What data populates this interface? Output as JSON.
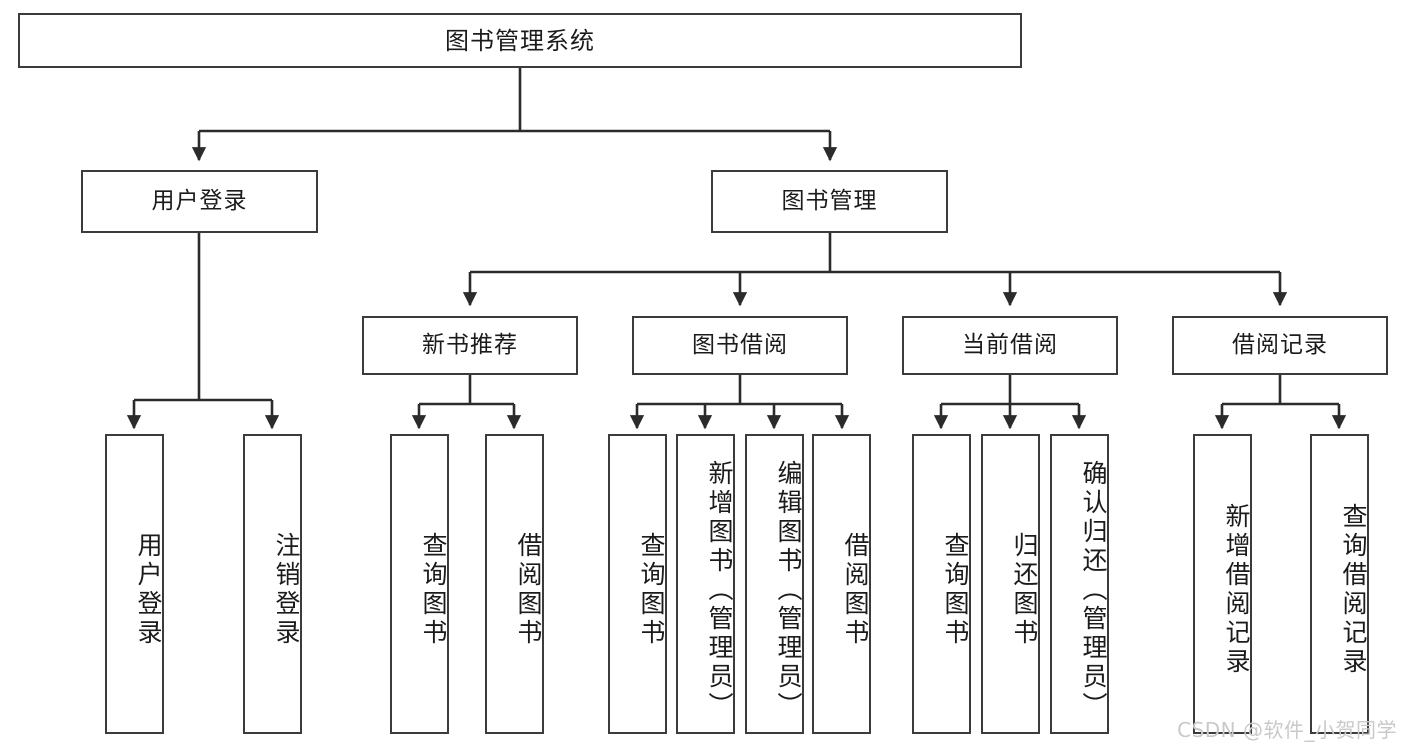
{
  "diagram": {
    "title": "图书管理系统",
    "type": "hierarchy-tree",
    "colors": {
      "box_border": "#3b3b3b",
      "box_fill": "#ffffff",
      "line": "#2b2b2b",
      "text": "#1b1b1b",
      "watermark": "#c9c9c9"
    },
    "root": {
      "label": "图书管理系统"
    },
    "level2": [
      {
        "id": "user-login",
        "label": "用户登录"
      },
      {
        "id": "book-manage",
        "label": "图书管理"
      }
    ],
    "level3": [
      {
        "id": "new-book-rec",
        "label": "新书推荐"
      },
      {
        "id": "book-borrow",
        "label": "图书借阅"
      },
      {
        "id": "current-borrow",
        "label": "当前借阅"
      },
      {
        "id": "borrow-record",
        "label": "借阅记录"
      }
    ],
    "leaves": {
      "user_login": [
        {
          "id": "leaf-user-login",
          "label": "用户登录"
        },
        {
          "id": "leaf-logout-login",
          "label": "注销登录"
        }
      ],
      "new_book_rec": [
        {
          "id": "leaf-query-book-1",
          "label": "查询图书"
        },
        {
          "id": "leaf-borrow-book-1",
          "label": "借阅图书"
        }
      ],
      "book_borrow": [
        {
          "id": "leaf-query-book-2",
          "label": "查询图书"
        },
        {
          "id": "leaf-add-book",
          "label": "新增图书（管理员）"
        },
        {
          "id": "leaf-edit-book",
          "label": "编辑图书（管理员）"
        },
        {
          "id": "leaf-borrow-book-2",
          "label": "借阅图书"
        }
      ],
      "current_borrow": [
        {
          "id": "leaf-query-book-3",
          "label": "查询图书"
        },
        {
          "id": "leaf-return-book",
          "label": "归还图书"
        },
        {
          "id": "leaf-confirm-return",
          "label": "确认归还（管理员）"
        }
      ],
      "borrow_record": [
        {
          "id": "leaf-add-record",
          "label": "新增借阅记录"
        },
        {
          "id": "leaf-query-record",
          "label": "查询借阅记录"
        }
      ]
    }
  },
  "watermark": {
    "text": "CSDN @软件_小贺同学"
  }
}
